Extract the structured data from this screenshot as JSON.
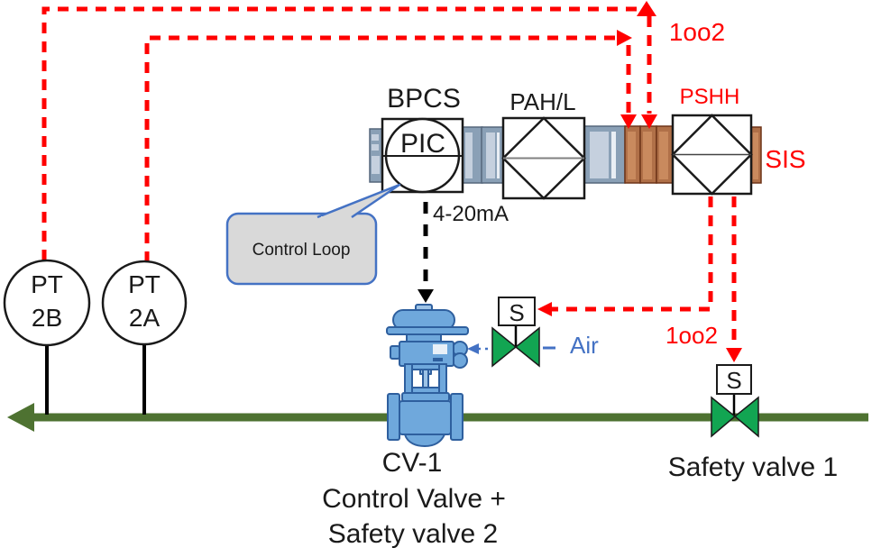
{
  "labels": {
    "bpcs": "BPCS",
    "pahl": "PAH/L",
    "pshh": "PSHH",
    "sis": "SIS",
    "pic": "PIC",
    "voting_top": "1oo2",
    "voting_bottom": "1oo2",
    "signal_4_20": "4-20mA",
    "pt_b_line1": "PT",
    "pt_b_line2": "2B",
    "pt_a_line1": "PT",
    "pt_a_line2": "2A",
    "solenoid_cv": "S",
    "solenoid_sv1": "S",
    "air": "Air",
    "callout": "Control Loop",
    "cv1_line1": "CV-1",
    "cv1_line2": "Control Valve +",
    "cv1_line3": "Safety valve 2",
    "sv1": "Safety valve 1"
  },
  "colors": {
    "signal_red": "#FF0000",
    "pipe_green": "#4E7231",
    "valve_green": "#12A552",
    "air_blue": "#4472C4",
    "valve_blue_fill": "#6FA8DC",
    "valve_blue_stroke": "#2E5F9E",
    "callout_fill": "#D9D9D9",
    "callout_border": "#4472C4",
    "module_blue": "#8AA0B6",
    "module_brown": "#B07048"
  }
}
